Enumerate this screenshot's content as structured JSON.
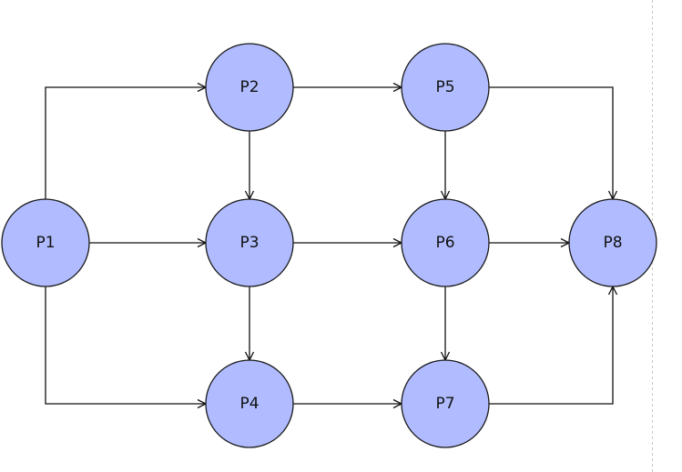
{
  "diagram": {
    "node_fill": "#b0bcff",
    "node_stroke": "#1a1a1a",
    "edge_color": "#111111",
    "nodes": [
      {
        "id": "P1",
        "label": "P1"
      },
      {
        "id": "P2",
        "label": "P2"
      },
      {
        "id": "P3",
        "label": "P3"
      },
      {
        "id": "P4",
        "label": "P4"
      },
      {
        "id": "P5",
        "label": "P5"
      },
      {
        "id": "P6",
        "label": "P6"
      },
      {
        "id": "P7",
        "label": "P7"
      },
      {
        "id": "P8",
        "label": "P8"
      }
    ],
    "edges": [
      {
        "from": "P1",
        "to": "P2"
      },
      {
        "from": "P1",
        "to": "P3"
      },
      {
        "from": "P1",
        "to": "P4"
      },
      {
        "from": "P2",
        "to": "P5"
      },
      {
        "from": "P2",
        "to": "P3"
      },
      {
        "from": "P3",
        "to": "P6"
      },
      {
        "from": "P3",
        "to": "P4"
      },
      {
        "from": "P4",
        "to": "P7"
      },
      {
        "from": "P5",
        "to": "P6"
      },
      {
        "from": "P5",
        "to": "P8"
      },
      {
        "from": "P6",
        "to": "P8"
      },
      {
        "from": "P6",
        "to": "P7"
      },
      {
        "from": "P7",
        "to": "P8"
      }
    ]
  }
}
